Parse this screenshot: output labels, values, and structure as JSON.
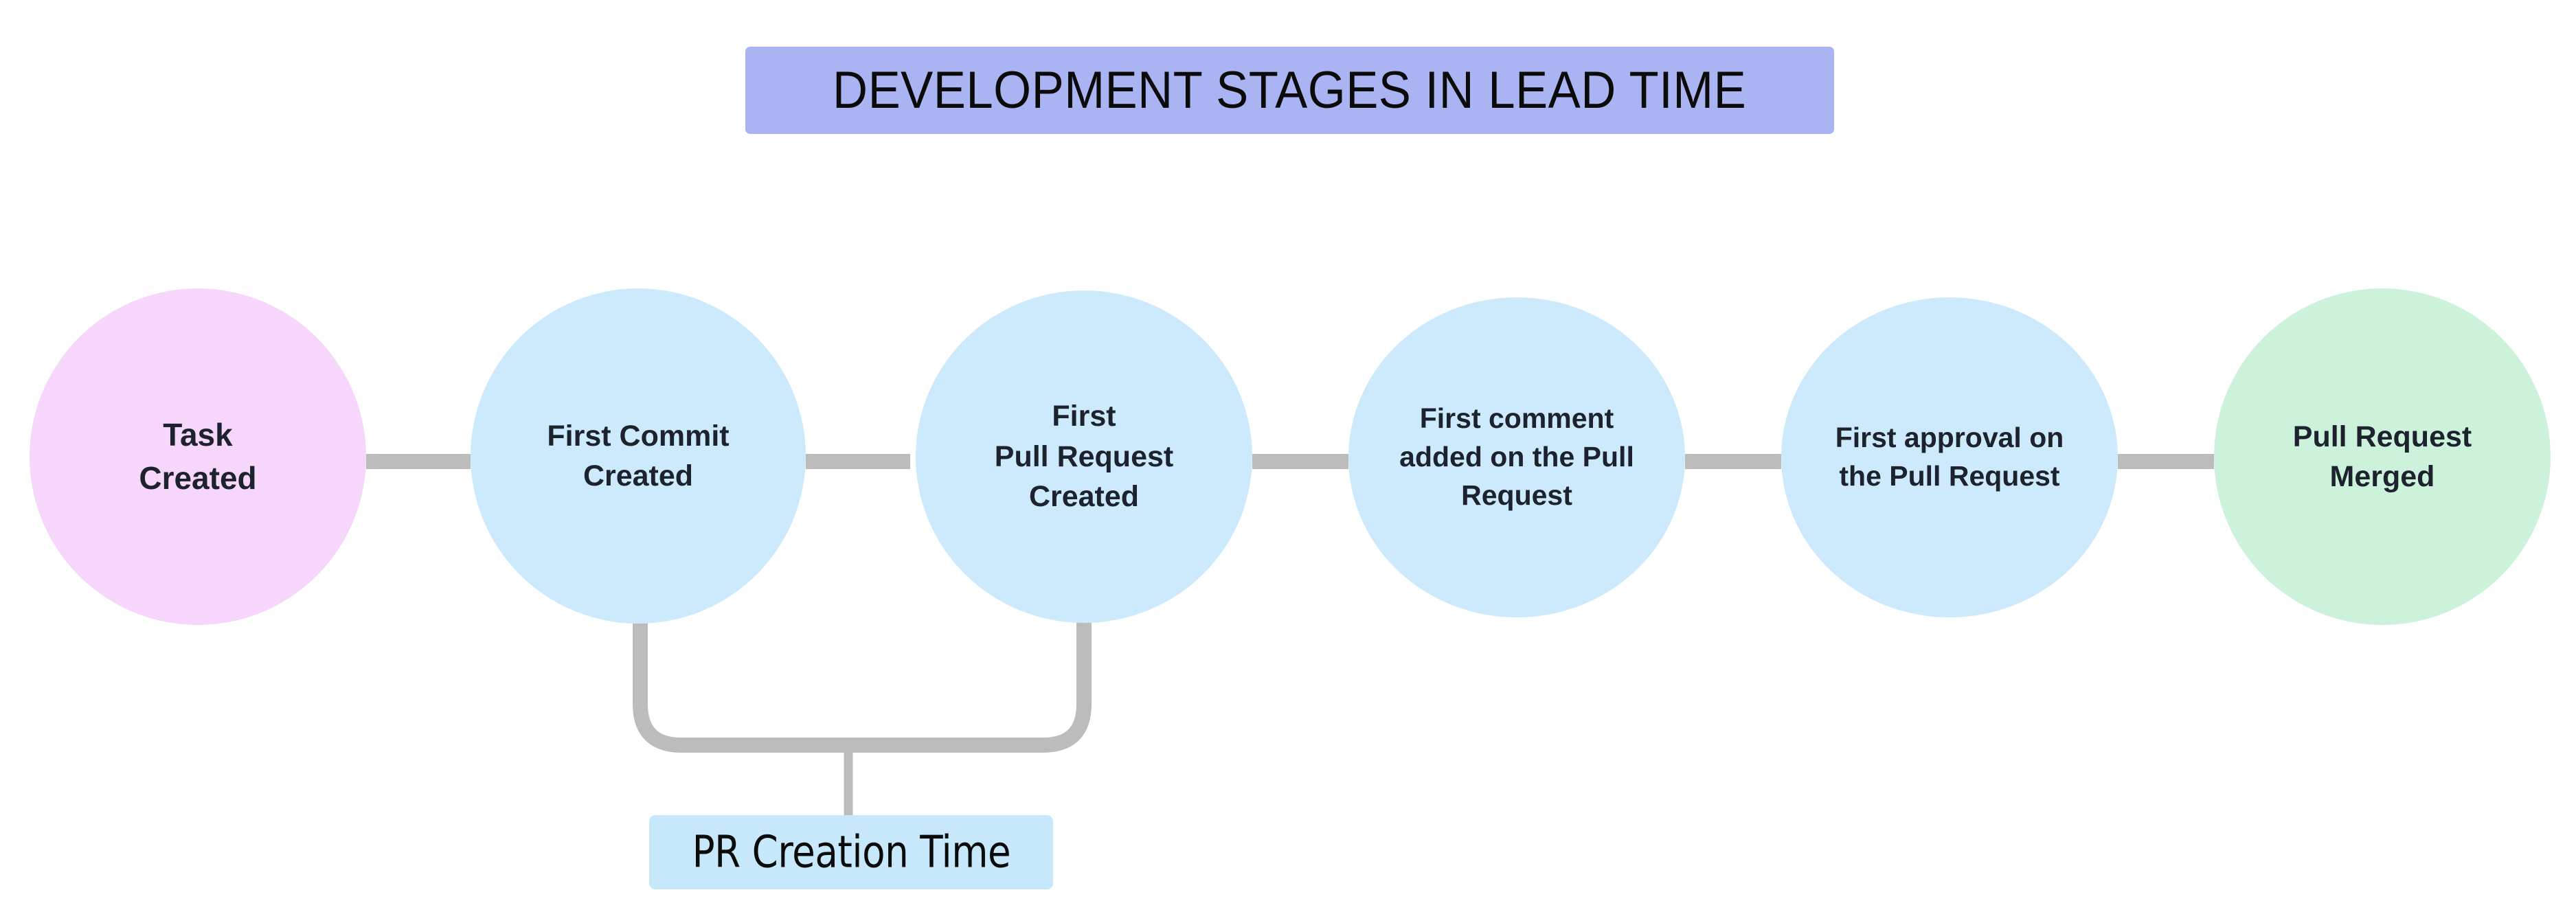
{
  "title": {
    "text": "DEVELOPMENT STAGES IN LEAD TIME",
    "background_color": "#aab4f2",
    "text_color": "#0b0b0b"
  },
  "colors": {
    "background": "#ffffff",
    "connector_gray": "#bcbcbc",
    "start_node": "#f6d6fb",
    "middle_node": "#cdeafc",
    "end_node": "#cdf2dc",
    "node_text": "#1d232e",
    "annotation_box": "#c7e7fb",
    "title_box": "#aab4f2"
  },
  "nodes": [
    {
      "id": "task-created",
      "label": "Task\nCreated",
      "color": "#f6d6fb",
      "font_size": 46
    },
    {
      "id": "first-commit-created",
      "label": "First Commit\nCreated",
      "color": "#cdeafc",
      "font_size": 43
    },
    {
      "id": "first-pr-created",
      "label": "First\nPull Request\nCreated",
      "color": "#cdeafc",
      "font_size": 43
    },
    {
      "id": "first-comment-on-pr",
      "label": "First comment\nadded on the Pull\nRequest",
      "color": "#cdeafc",
      "font_size": 41
    },
    {
      "id": "first-approval-on-pr",
      "label": "First approval on\nthe Pull Request",
      "color": "#cdeafc",
      "font_size": 41
    },
    {
      "id": "pull-request-merged",
      "label": "Pull Request\nMerged",
      "color": "#cdf2dc",
      "font_size": 43
    }
  ],
  "annotations": [
    {
      "id": "pr-creation-time",
      "label": "PR Creation Time",
      "from": "first-commit-created",
      "to": "first-pr-created",
      "background_color": "#c7e7fb"
    }
  ],
  "chart_data": {
    "type": "diagram",
    "title": "DEVELOPMENT STAGES IN LEAD TIME",
    "sequence": [
      "Task Created",
      "First Commit Created",
      "First Pull Request Created",
      "First comment added on the Pull Request",
      "First approval on the Pull Request",
      "Pull Request Merged"
    ],
    "span_annotations": [
      {
        "label": "PR Creation Time",
        "start": "First Commit Created",
        "end": "First Pull Request Created"
      }
    ]
  }
}
